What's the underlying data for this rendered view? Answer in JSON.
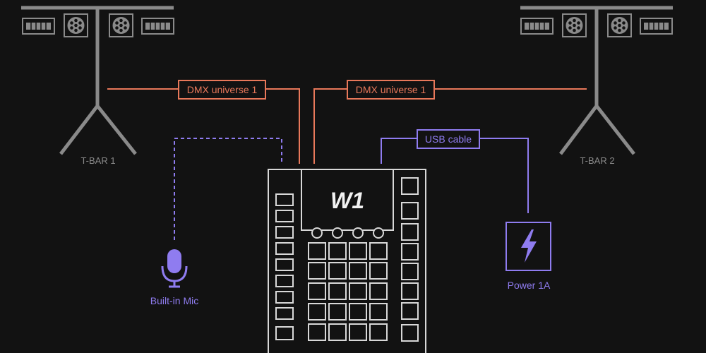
{
  "colors": {
    "background": "#121212",
    "stand": "#8a8a8a",
    "dmx": "#e8785a",
    "usb": "#8f7cf0",
    "device": "#d8d8d8"
  },
  "stands": [
    {
      "label": "T-BAR 1"
    },
    {
      "label": "T-BAR 2"
    }
  ],
  "connections": {
    "dmx_left": "DMX universe 1",
    "dmx_right": "DMX universe 1",
    "usb": "USB cable"
  },
  "mic": {
    "label": "Built-in Mic",
    "icon": "microphone-icon"
  },
  "power": {
    "label": "Power 1A",
    "icon": "lightning-bolt-icon"
  },
  "device": {
    "logo": "W1"
  }
}
